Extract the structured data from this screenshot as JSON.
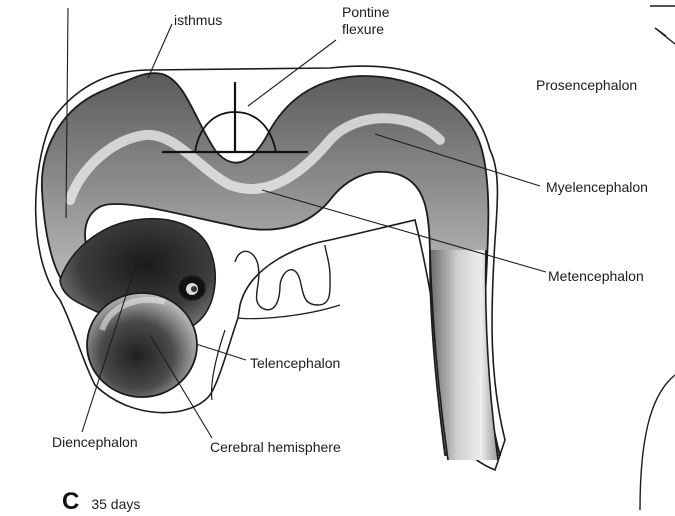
{
  "figure": {
    "panel_letter": "C",
    "age": "35 days"
  },
  "labels": {
    "isthmus": "isthmus",
    "pontine_line1": "Pontine",
    "pontine_line2": "flexure",
    "prosencephalon": "Prosencephalon",
    "myelencephalon": "Myelencephalon",
    "metencephalon": "Metencephalon",
    "telencephalon": "Telencephalon",
    "diencephalon": "Diencephalon",
    "cerebral_hemisphere": "Cerebral hemisphere"
  },
  "colors": {
    "ink": "#1c1c1c",
    "tube_dark": "#4a4a4a",
    "tube_mid": "#8c8c8c",
    "tube_light": "#e8e8e8"
  }
}
